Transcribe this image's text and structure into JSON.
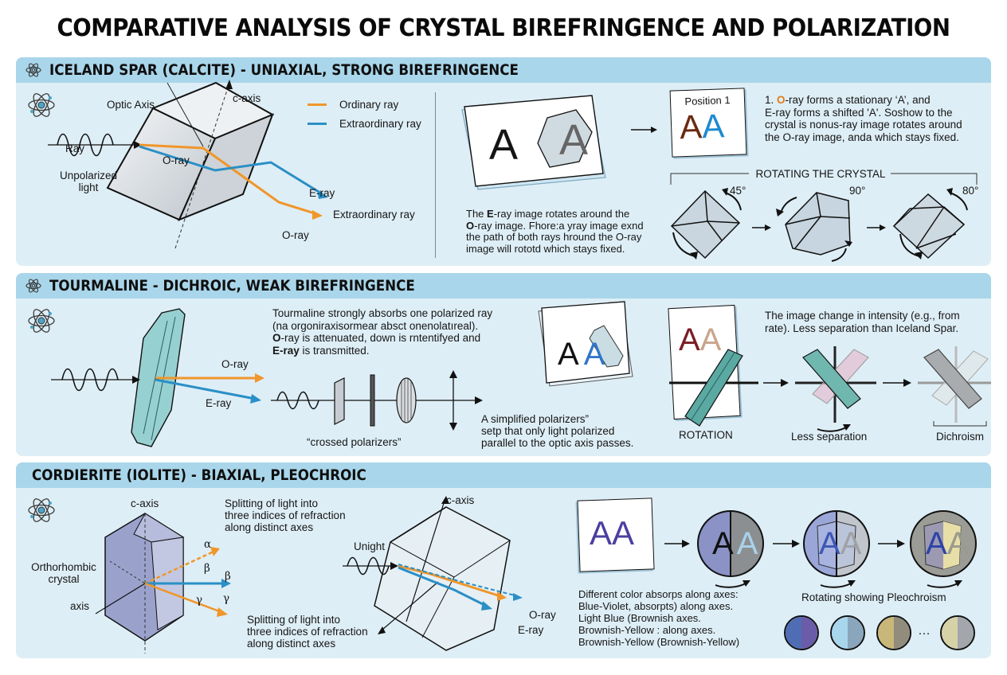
{
  "title": "COMPARATIVE ANALYSIS OF CRYSTAL BIREFRINGENCE AND POLARIZATION",
  "colors": {
    "panel_bg": "#deeef6",
    "header_bg": "#a9d6ea",
    "ordinary_ray": "#f0962a",
    "extraordinary_ray": "#2a8fc6"
  },
  "sections": [
    {
      "header": "ICELAND SPAR (CALCITE) - UNIAXIAL, STRONG BIREFRINGENCE",
      "icon": "atom-icon",
      "diagram": {
        "optic_axis": "Optic Axis",
        "c_axis": "c-axis",
        "ray": "Ray",
        "unpolarized": "Unpolarized",
        "light": "light",
        "o_ray_inner": "O-ray",
        "e_ray": "E-ray",
        "extraordinary_ray": "Extraordinary ray",
        "o_ray_out": "O-ray"
      },
      "legend": [
        {
          "label": "Ordinary ray",
          "color": "#f0962a"
        },
        {
          "label": "Extraordinary ray",
          "color": "#2a8fc6"
        }
      ],
      "image_demo": {
        "letter": "A",
        "caption_l1_a": "The ",
        "caption_l1_b": "E",
        "caption_l1_c": "-ray image rotates around the",
        "caption_l2_a": "O",
        "caption_l2_b": "-ray image. Fhore:a yray image exnd",
        "caption_l3": "the path of both rays hround the O-ray",
        "caption_l4": "image will rototd which stays fixed."
      },
      "position_card": {
        "label": "Position 1",
        "letters": "AA"
      },
      "note": {
        "l1_a": "1. ",
        "l1_b": "O",
        "l1_c": "-ray forms a stationary ‘A’, and",
        "l2": "E-ray forms a shifted 'A'. Soshow to the",
        "l3": "crystal is nonus-ray image rotates around",
        "l4": "the O-ray image, anda which stays fixed."
      },
      "rotation": {
        "label": "ROTATING THE CRYSTAL",
        "angles": [
          "45°",
          "90°",
          "80°"
        ]
      }
    },
    {
      "header": "TOURMALINE - DICHROIC, WEAK BIREFRINGENCE",
      "icon": "atom-icon",
      "diagram": {
        "o_ray": "O-ray",
        "e_ray": "E-ray"
      },
      "text": {
        "l1": "Tourmaline strongly absorbs one polarized ray",
        "l2": "(na orgoniraxisormear absct onenolatıreal).",
        "l3_a": "O",
        "l3_b": "-ray is attenuated, down is rntentifyed and",
        "l4_a": "E-ray",
        "l4_b": " is transmitted."
      },
      "polarizer_label": "“crossed polarizers”",
      "simplified": {
        "l1": "A simplified polarizers”",
        "l2": "setp that only light polarized",
        "l3": "parallel to the optic axis passes."
      },
      "card_letters": {
        "a1": "A",
        "a2": "A"
      },
      "rotation_card": {
        "letters": "AA",
        "label": "ROTATION"
      },
      "intensity_note": {
        "l1": "The image change in intensity (e.g., from",
        "l2": "rate). Less separation than Iceland Spar."
      },
      "less_separation": "Less separation",
      "dichroism": "Dichroism"
    },
    {
      "header": "CORDIERITE (IOLITE) - BIAXIAL, PLEOCHROIC",
      "icon": "atom-icon",
      "diagram": {
        "c_axis": "c-axis",
        "orthorhombic": "Orthorhombic",
        "crystal": "crystal",
        "axis": "axis",
        "alpha": "α",
        "beta": "β",
        "beta2": "β",
        "gamma": "γ",
        "gamma2": "γ"
      },
      "splitting_top": {
        "l1": "Splitting of light into",
        "l2": "three indices of refraction",
        "l3": "along distinct axes"
      },
      "splitting_bottom": {
        "l1": "Splitting of light into",
        "l2": "three indices of refraction",
        "l3": "along distinct axes"
      },
      "biaxial": {
        "c_axis": "c-axis",
        "unight": "Unight",
        "o_ray": "O-ray",
        "e_ray": "E-ray"
      },
      "card_letters": "AA",
      "circles_letters": [
        "A",
        "A"
      ],
      "absorb_note": {
        "l1": "Different color absorps along axes:",
        "l2": "Blue-Violet, absorpts) along axes.",
        "l3": "Light Blue (Brownish axes.",
        "l4": "Brownish-Yellow : along axes.",
        "l5": "Brownish-Yellow (Brownish-Yellow)"
      },
      "pleochroism_label": "Rotating showing Pleochroism",
      "ellipsis": "…",
      "swatches": [
        {
          "left": "#4f6db5",
          "right": "#6a5ca8"
        },
        {
          "left": "#a8d6ec",
          "right": "#8aa6bd"
        },
        {
          "left": "#c9b77a",
          "right": "#928c7d"
        },
        {
          "left": "#d6d2a8",
          "right": "#a3a6aa"
        }
      ]
    }
  ]
}
